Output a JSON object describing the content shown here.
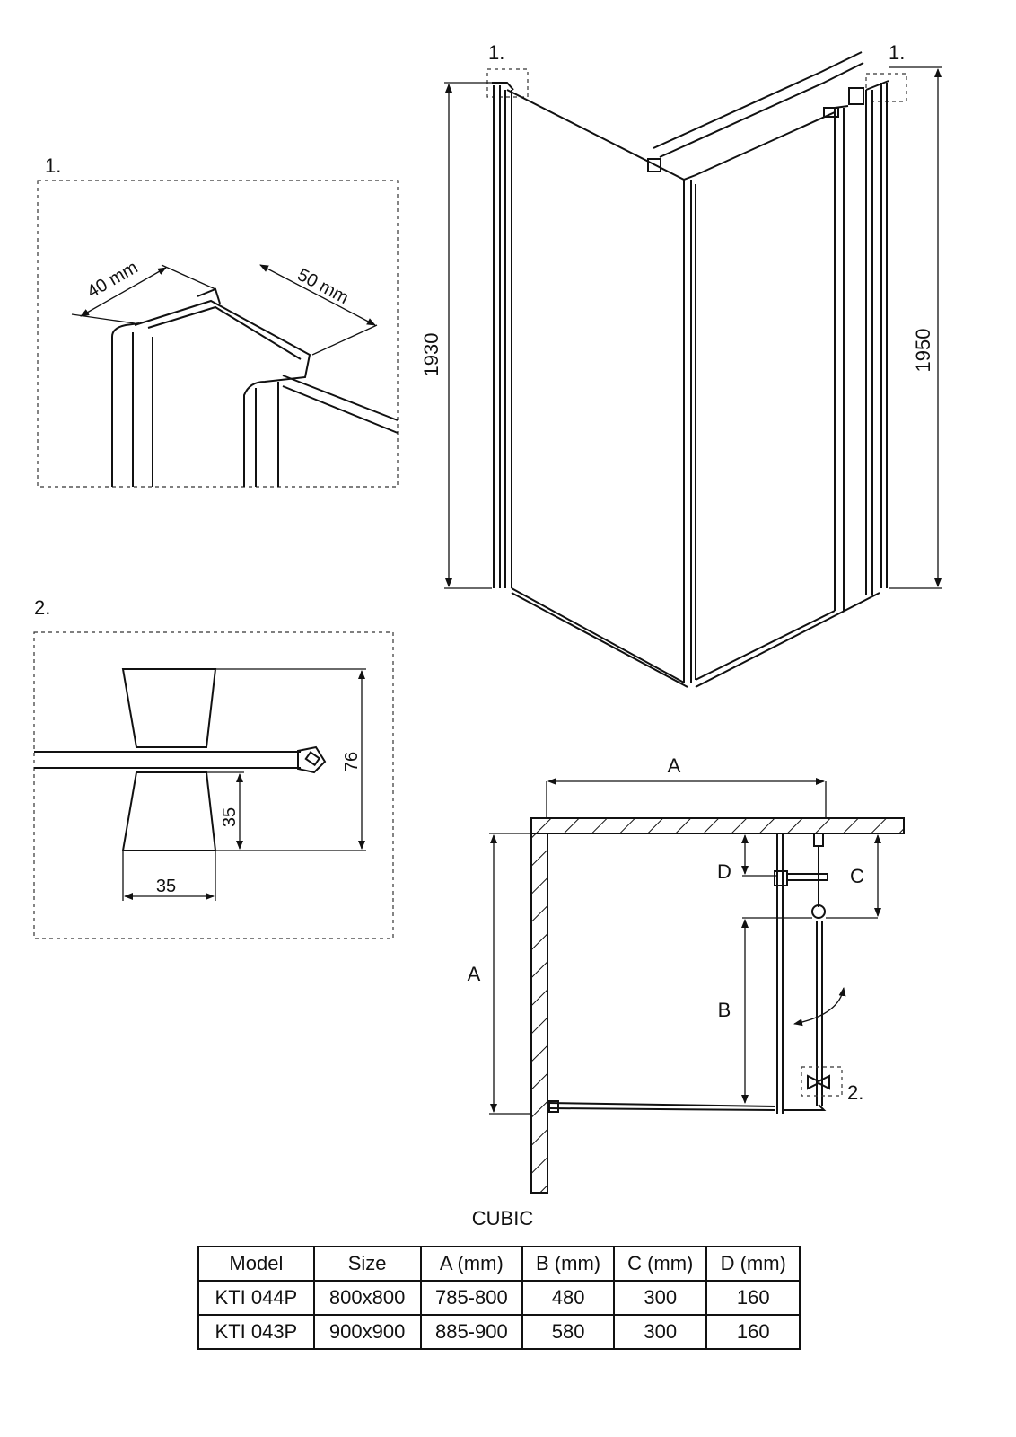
{
  "detail1": {
    "label": "1.",
    "dim_width": "40 mm",
    "dim_depth": "50 mm"
  },
  "detail2": {
    "label": "2.",
    "dim_height": "76",
    "dim_lower": "35",
    "dim_width": "35"
  },
  "iso_view": {
    "callout_left": "1.",
    "callout_right": "1.",
    "height_left": "1930",
    "height_right": "1950"
  },
  "plan_view": {
    "dim_a_top": "A",
    "dim_a_side": "A",
    "dim_b": "B",
    "dim_c": "C",
    "dim_d": "D",
    "callout_detail": "2."
  },
  "caption": "CUBIC",
  "table": {
    "headers": [
      "Model",
      "Size",
      "A (mm)",
      "B (mm)",
      "C (mm)",
      "D (mm)"
    ],
    "rows": [
      [
        "KTI 044P",
        "800x800",
        "785-800",
        "480",
        "300",
        "160"
      ],
      [
        "KTI 043P",
        "900x900",
        "885-900",
        "580",
        "300",
        "160"
      ]
    ]
  }
}
